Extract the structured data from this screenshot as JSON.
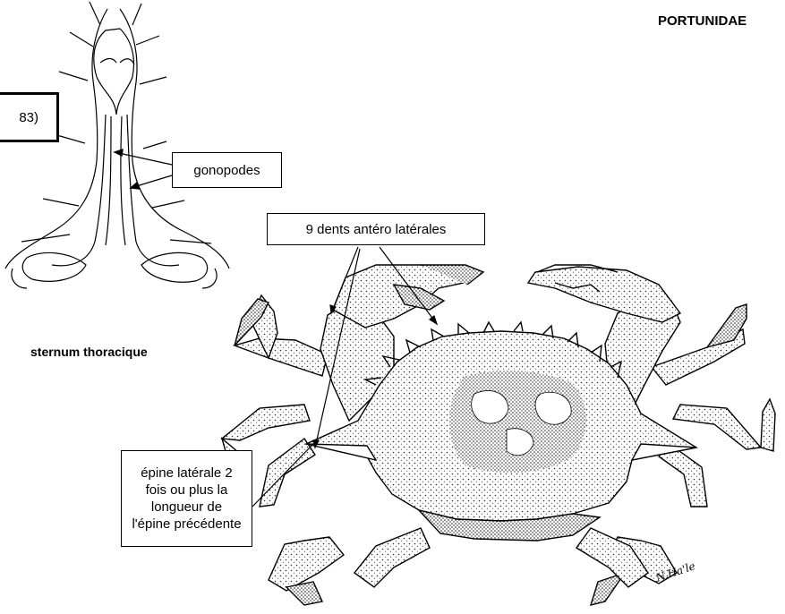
{
  "header": {
    "family": "PORTUNIDAE"
  },
  "figure_labels": {
    "partial_box": "83)",
    "gonopodes": "gonopodes",
    "antero_lateral_teeth": "9 dents antéro latérales",
    "sternum": "sternum thoracique",
    "lateral_spine": [
      "épine latérale 2",
      "fois ou plus la",
      "longueur de",
      "l'épine précédente"
    ],
    "signature": "N.Ha'le"
  }
}
